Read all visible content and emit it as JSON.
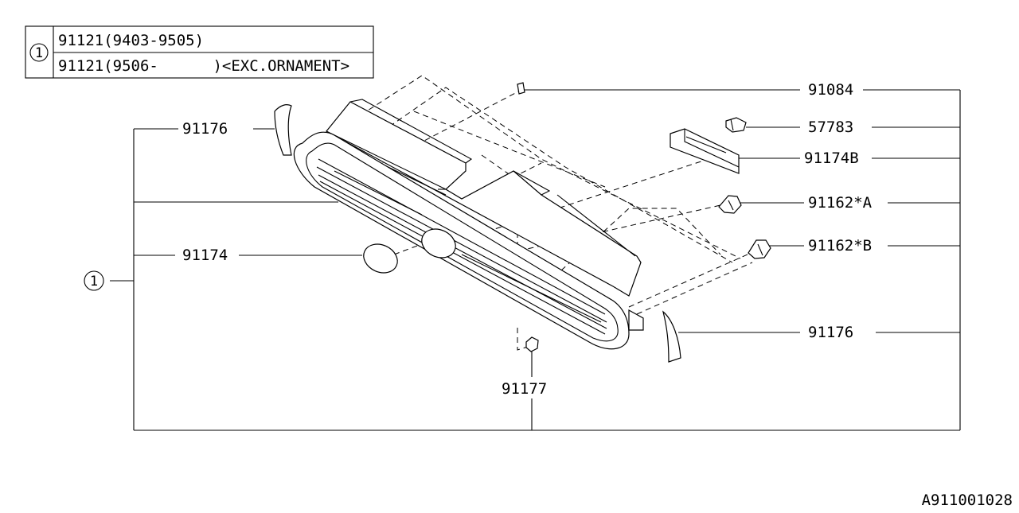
{
  "header_table": {
    "ref_symbol": "1",
    "row1": "91121(9403-9505)",
    "row2": "91121(9506-      )<EXC.ORNAMENT>"
  },
  "callouts": {
    "p91084": "91084",
    "p57783": "57783",
    "p91174b": "91174B",
    "p91162a": "91162*A",
    "p91162b": "91162*B",
    "p91176_right": "91176",
    "p91176_left": "91176",
    "p91174": "91174",
    "p91177": "91177",
    "ref_1": "1"
  },
  "diagram_id": "A911001028"
}
